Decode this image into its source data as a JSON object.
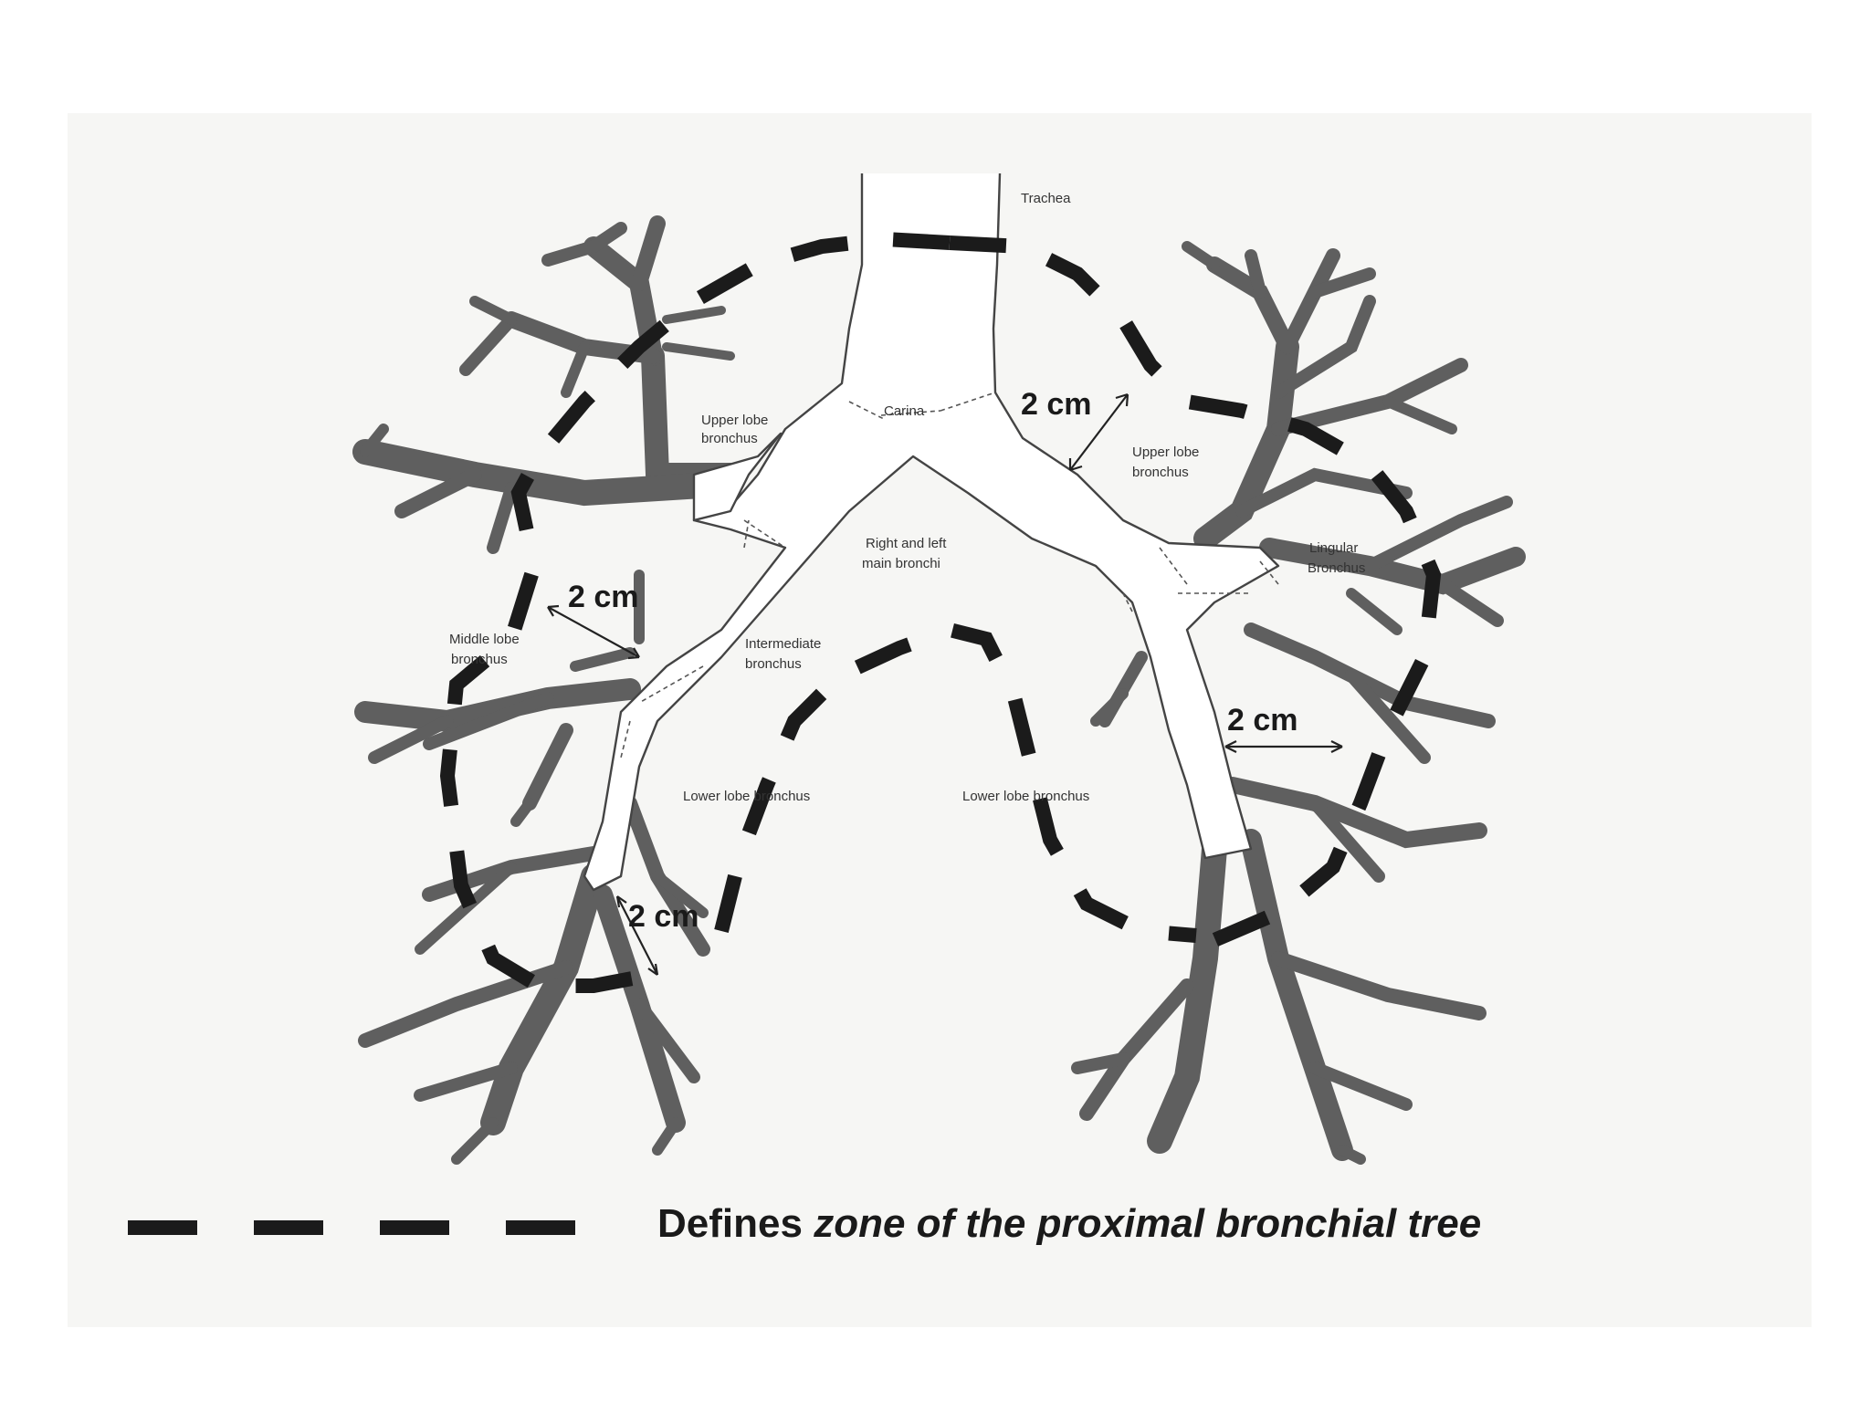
{
  "labels": {
    "trachea": "Trachea",
    "carina": "Carina",
    "right_upper_lobe": [
      "Upper lobe",
      "bronchus"
    ],
    "left_upper_lobe": [
      "Upper lobe",
      "bronchus"
    ],
    "main_bronchi": [
      "Right and left",
      "main bronchi"
    ],
    "intermediate": [
      "Intermediate",
      "bronchus"
    ],
    "middle_lobe": [
      "Middle lobe",
      "bronchus"
    ],
    "lingular": [
      "Lingular",
      "Bronchus"
    ],
    "right_lower_lobe": "Lower lobe bronchus",
    "left_lower_lobe": "Lower lobe bronchus"
  },
  "measurements": [
    "2 cm",
    "2 cm",
    "2 cm",
    "2 cm"
  ],
  "legend": {
    "prefix": "Defines",
    "emphasis": "zone of the proximal bronchial tree"
  },
  "colors": {
    "dash": "#1b1b1b",
    "branch": "#5f5f5f",
    "background": "#f6f6f4"
  }
}
